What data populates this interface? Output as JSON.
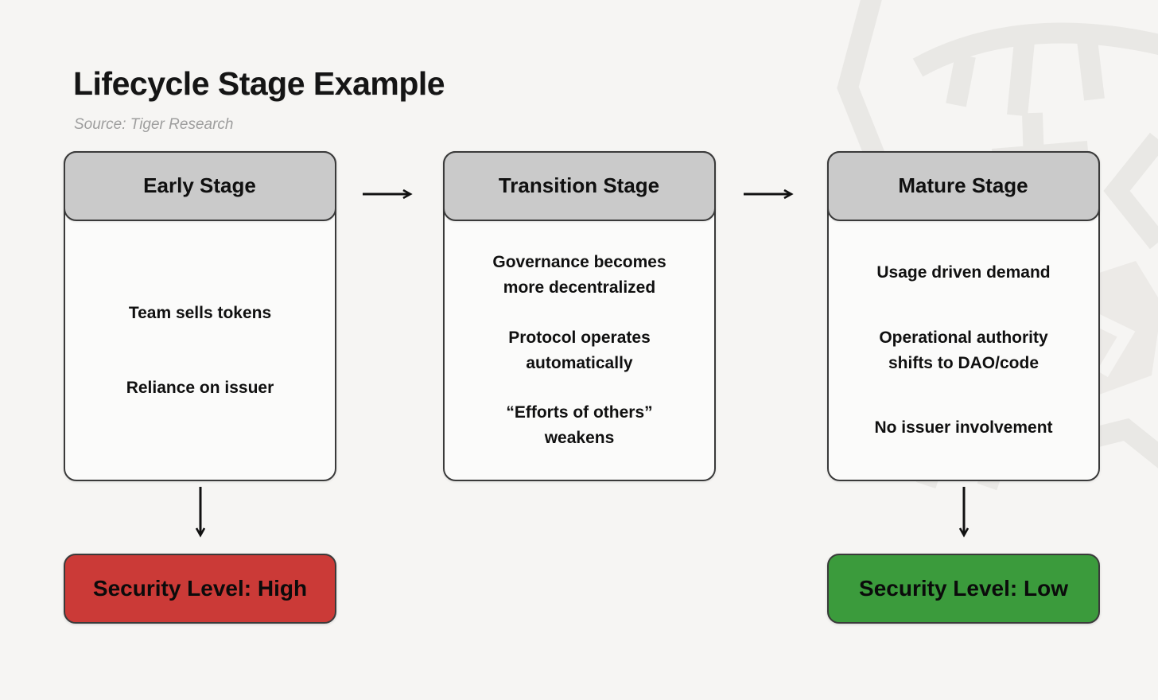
{
  "page": {
    "title": "Lifecycle Stage Example",
    "source": "Source: Tiger Research"
  },
  "stages": [
    {
      "title": "Early Stage",
      "items": [
        "Team sells tokens",
        "Reliance on issuer"
      ]
    },
    {
      "title": "Transition Stage",
      "items": [
        "Governance becomes\nmore decentralized",
        "Protocol operates\nautomatically",
        "“Efforts of others”\nweakens"
      ]
    },
    {
      "title": "Mature Stage",
      "items": [
        "Usage driven demand",
        "Operational authority\nshifts to DAO/code",
        "No issuer involvement"
      ]
    }
  ],
  "security": [
    {
      "label": "Security Level: High",
      "color": "#cb3a37",
      "style": "background:#cb3a37"
    },
    {
      "label": "Security Level: Low",
      "color": "#3b9b3c",
      "style": "background:#3b9b3c"
    }
  ],
  "icons": {
    "arrow_right": "→",
    "arrow_down": "↓",
    "watermark": "tiger-research-logo"
  },
  "colors": {
    "background": "#f6f5f3",
    "card_body": "#fbfbfa",
    "card_header": "#cacaca",
    "border": "#3a3a3a",
    "security_high": "#cb3a37",
    "security_low": "#3b9b3c",
    "title_text": "#151515",
    "source_text": "#9e9e9e",
    "watermark_gray": "#e9e8e5"
  }
}
